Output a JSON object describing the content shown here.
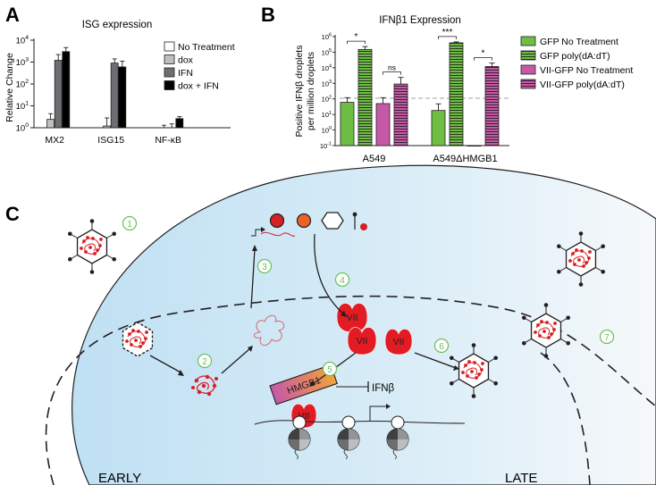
{
  "panel_labels": {
    "a": "A",
    "b": "B",
    "c": "C"
  },
  "colors": {
    "green": "#6fbe44",
    "magenta": "#c658a8",
    "dark": "#231f20",
    "gray_light": "#bfbfbf",
    "gray_dark": "#6d6e71",
    "virion_red": "#d71f26",
    "step_green": "#6bbf59",
    "cell_blue": "#bfe0f3"
  },
  "chart_data": [
    {
      "type": "bar",
      "title": "ISG expression",
      "ylabel": "Relative Change",
      "yscale": "log",
      "ylim": [
        1,
        10000
      ],
      "yticks": [
        "10^0",
        "10^1",
        "10^2",
        "10^3",
        "10^4"
      ],
      "categories": [
        "MX2",
        "ISG15",
        "NF-κB"
      ],
      "series": [
        {
          "name": "No Treatment",
          "values": [
            1,
            1,
            1
          ],
          "errors": [
            0,
            0,
            0
          ],
          "fill": "#ffffff"
        },
        {
          "name": "dox",
          "values": [
            2.4,
            1.2,
            1.0
          ],
          "errors": [
            2.0,
            1.6,
            0.3
          ],
          "fill": "#bfbfbf"
        },
        {
          "name": "IFN",
          "values": [
            1200,
            900,
            1.0
          ],
          "errors": [
            1000,
            500,
            0.5
          ],
          "fill": "#6d6e71"
        },
        {
          "name": "dox + IFN",
          "values": [
            3000,
            600,
            2.6
          ],
          "errors": [
            1600,
            500,
            0.6
          ],
          "fill": "#000000"
        }
      ]
    },
    {
      "type": "bar",
      "title": "IFNβ1 Expression",
      "ylabel": "Positive IFNβ droplets per million droplets",
      "yscale": "log",
      "ylim": [
        0.1,
        1000000
      ],
      "yticks": [
        "10^-1",
        "10^0",
        "10^1",
        "10^2",
        "10^3",
        "10^4",
        "10^5",
        "10^6"
      ],
      "categories": [
        "A549",
        "A549ΔHMGB1"
      ],
      "series": [
        {
          "name": "GFP No Treatment",
          "values": [
            60,
            18
          ],
          "errors": [
            60,
            30
          ]
        },
        {
          "name": "GFP poly(dA:dT)",
          "values": [
            150000,
            400000
          ],
          "errors": [
            80000,
            60000
          ]
        },
        {
          "name": "VII-GFP No Treatment",
          "values": [
            50,
            0.1
          ],
          "errors": [
            70,
            0
          ]
        },
        {
          "name": "VII-GFP poly(dA:dT)",
          "values": [
            900,
            12000
          ],
          "errors": [
            1500,
            8000
          ]
        }
      ],
      "significance": [
        "*",
        "ns",
        "***",
        "*"
      ]
    }
  ],
  "diagram": {
    "steps": [
      "1",
      "2",
      "3",
      "4",
      "5",
      "6",
      "7"
    ],
    "protein_label": "VII",
    "hmgb1_label": "HMGB1",
    "ifnb_label": "IFNβ",
    "early_label": "EARLY",
    "late_label": "LATE"
  }
}
